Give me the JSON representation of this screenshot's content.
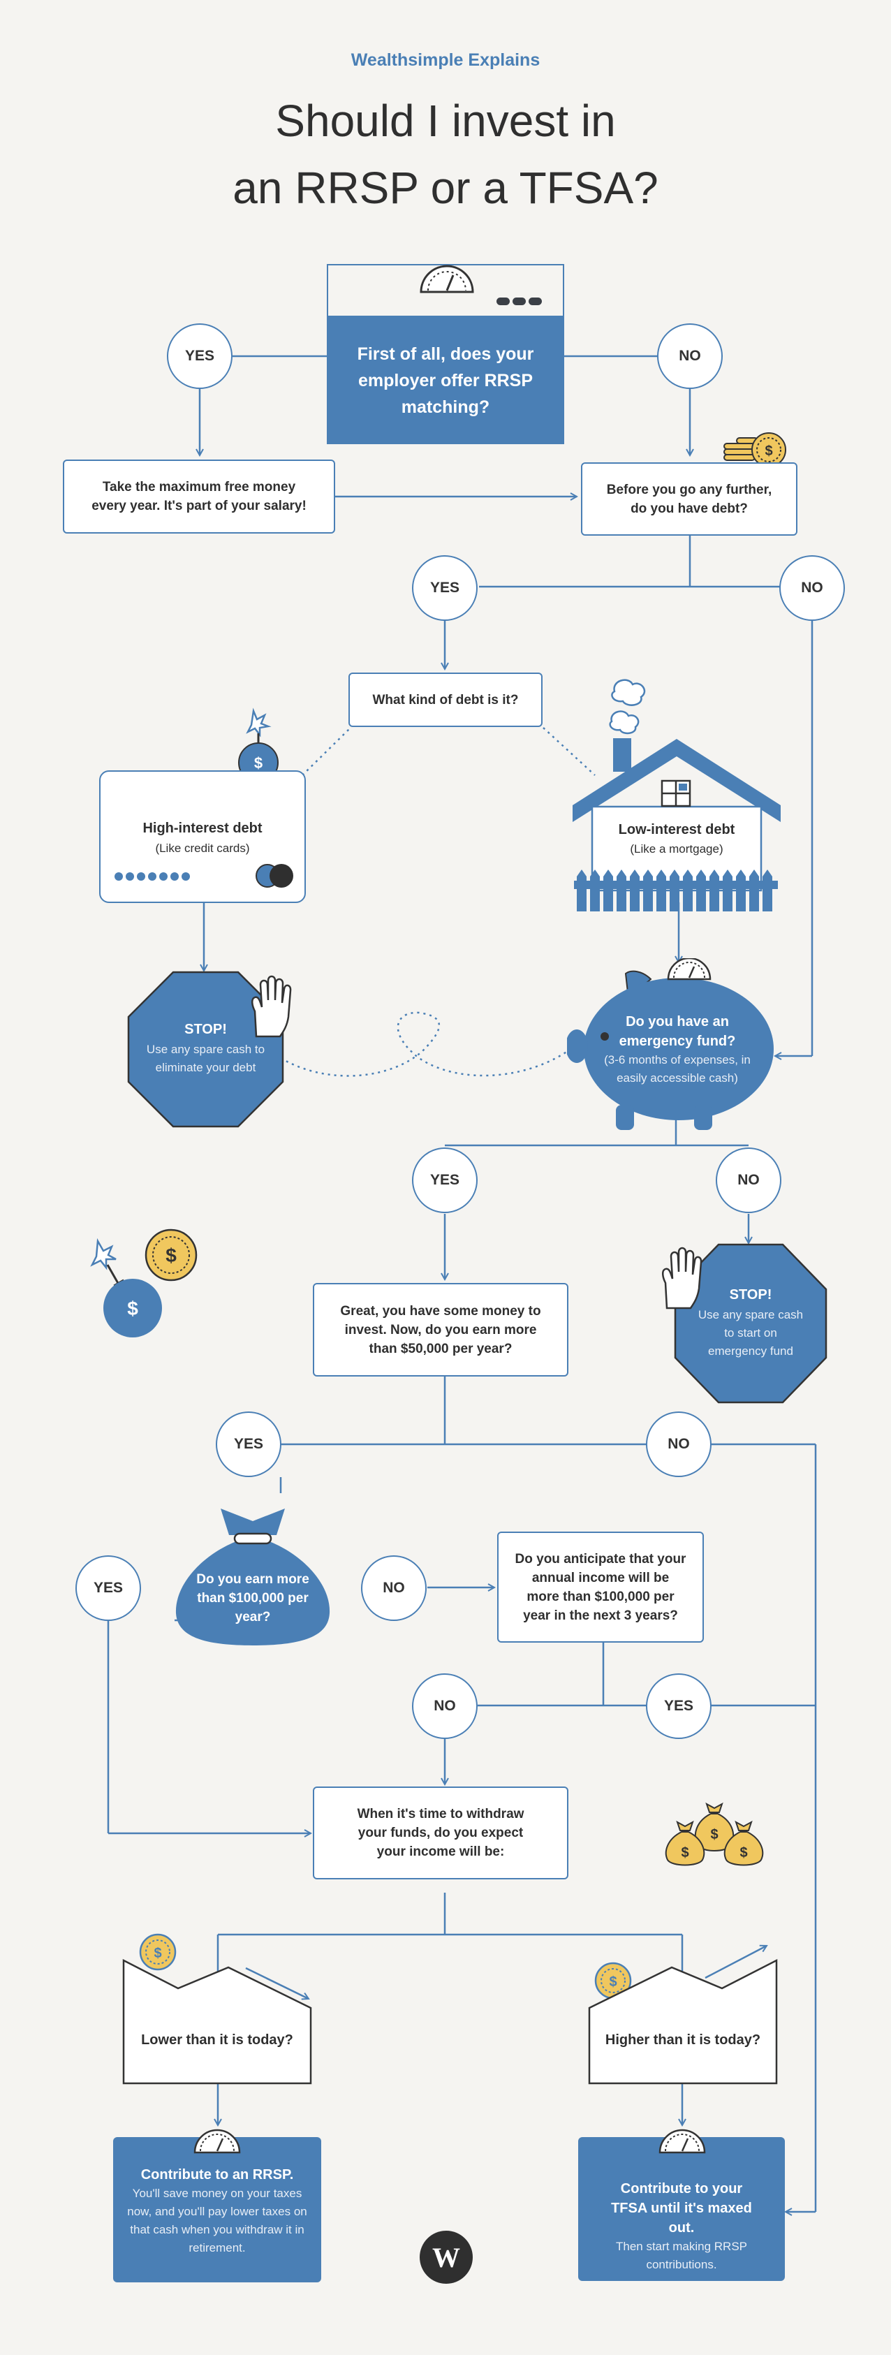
{
  "header": {
    "kicker": "Wealthsimple Explains",
    "title_line1": "Should I invest in",
    "title_line2": "an RRSP or a TFSA?"
  },
  "colors": {
    "blue": "#4a7fb5",
    "background": "#f5f4f1",
    "gold": "#f0c75e",
    "dark": "#2f2f2f"
  },
  "nodes": {
    "employer": "First of all, does your employer offer RRSP matching?",
    "max_free_money": "Take the maximum free money every year. It's part of your salary!",
    "have_debt": "Before you go any further, do you have debt?",
    "debt_kind": "What kind of debt is it?",
    "high_debt_title": "High-interest debt",
    "high_debt_sub": "(Like credit cards)",
    "low_debt_title": "Low-interest debt",
    "low_debt_sub": "(Like a mortgage)",
    "stop1_title": "STOP!",
    "stop1_body": "Use any spare cash to eliminate your debt",
    "emergency_title": "Do you have an emergency fund?",
    "emergency_body": "(3-6 months of expenses, in easily accessible cash)",
    "stop2_title": "STOP!",
    "stop2_body": "Use any spare cash to start on emergency fund",
    "earn_50k": "Great, you have some money to invest. Now, do you earn more than $50,000 per year?",
    "earn_100k": "Do you earn more than $100,000 per year?",
    "anticipate": "Do you anticipate that your annual income will be more than $100,000 per year in the next 3 years?",
    "withdraw": "When it's time to withdraw your funds, do you expect your income will be:",
    "lower": "Lower than it is today?",
    "higher": "Higher than it is today?",
    "rrsp_title": "Contribute to an RRSP.",
    "rrsp_body": "You'll save money on your taxes now, and you'll pay lower taxes on that cash when you withdraw it in retirement.",
    "tfsa_title": "Contribute to your TFSA until it's maxed out.",
    "tfsa_body": "Then start making RRSP contributions."
  },
  "answers": {
    "yes": "YES",
    "no": "NO"
  },
  "icons": [
    "gauge-icon",
    "coin-stack-icon",
    "bomb-icon",
    "house-icon",
    "piggy-bank-icon",
    "stop-hand-icon",
    "money-bag-icon",
    "coin-icon",
    "wealthsimple-logo"
  ],
  "logo": "W",
  "dollar": "$"
}
